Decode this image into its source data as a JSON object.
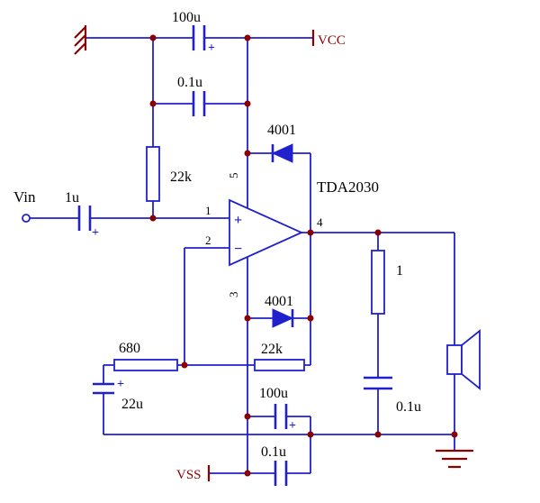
{
  "colors": {
    "wire": "#2020cc",
    "power": "#8b0000",
    "text": "#000000",
    "background": "#ffffff"
  },
  "power_ports": {
    "vcc": "VCC",
    "vss": "VSS"
  },
  "input": {
    "label": "Vin"
  },
  "ic": {
    "name": "TDA2030",
    "plus": "+",
    "minus": "−",
    "pins": {
      "noninverting": "1",
      "inverting": "2",
      "negative_supply": "3",
      "output": "4",
      "positive_supply": "5"
    }
  },
  "components": {
    "c1": {
      "label": "100u",
      "polarity": "+"
    },
    "c2": {
      "label": "0.1u"
    },
    "r1": {
      "label": "22k"
    },
    "c3": {
      "label": "1u",
      "polarity": "+"
    },
    "d1": {
      "label": "4001"
    },
    "d2": {
      "label": "4001"
    },
    "r2": {
      "label": "680"
    },
    "r3": {
      "label": "22k"
    },
    "c4": {
      "label": "22u",
      "polarity": "+"
    },
    "c5": {
      "label": "100u",
      "polarity": "+"
    },
    "c6": {
      "label": "0.1u"
    },
    "r4": {
      "label": "1"
    },
    "c7": {
      "label": "0.1u"
    }
  }
}
